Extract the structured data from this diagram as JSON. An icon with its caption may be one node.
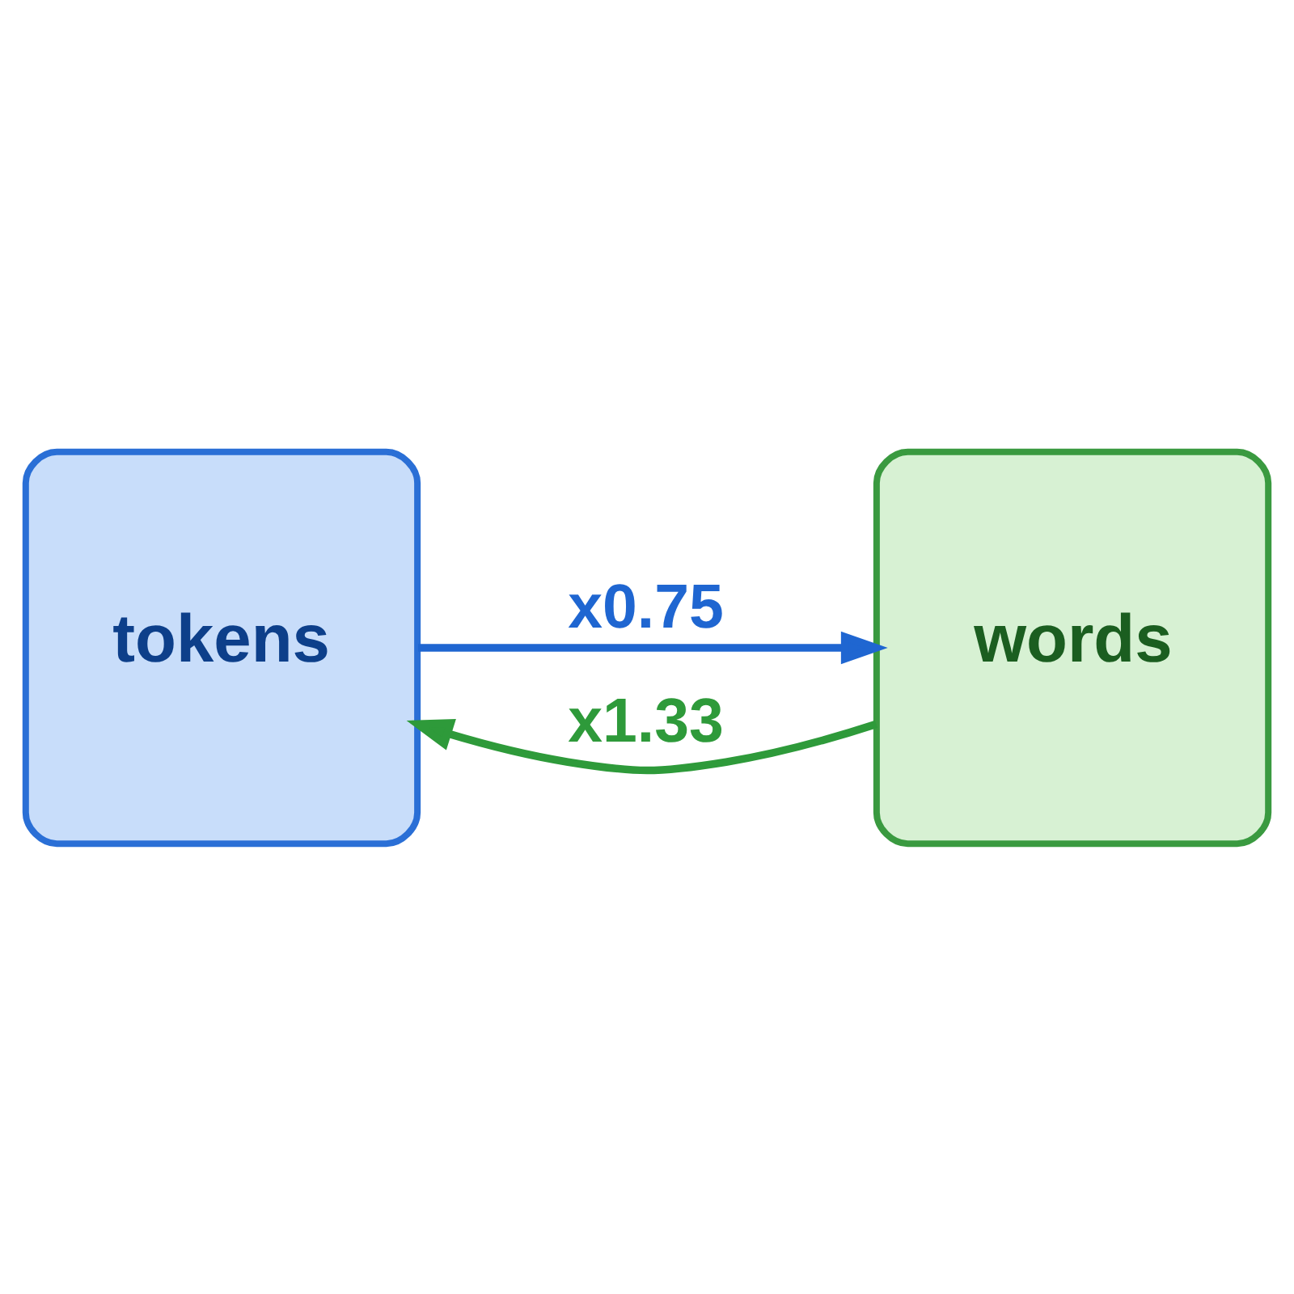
{
  "diagram": {
    "nodes": [
      {
        "text": [
          "tokens"
        ]
      },
      {
        "text": [
          "words"
        ]
      }
    ],
    "edges": [
      {
        "from": 0,
        "to": 1,
        "arrow": "to",
        "label": "x0.75",
        "color": "#1f66d1"
      },
      {
        "from": 1,
        "to": 0,
        "arrow": "to",
        "label": "x1.33",
        "color": "#2e9a3a"
      }
    ]
  }
}
